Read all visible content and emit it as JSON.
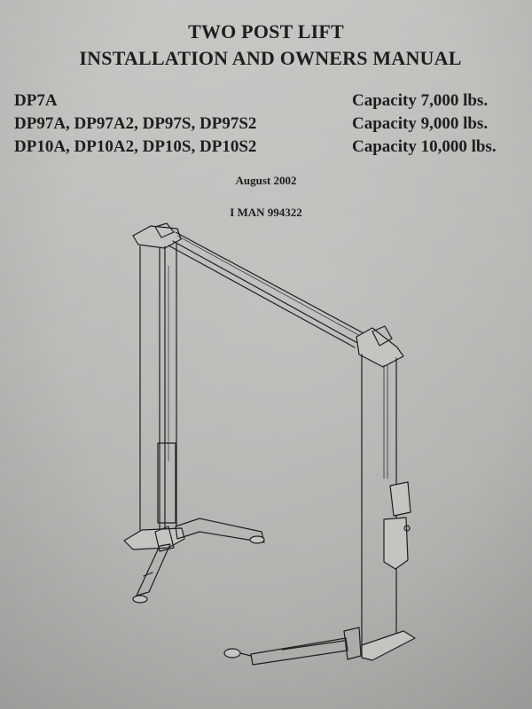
{
  "document": {
    "title_line1": "TWO POST LIFT",
    "title_line2": "INSTALLATION AND OWNERS MANUAL",
    "models": [
      {
        "models": "DP7A",
        "capacity": "Capacity 7,000 lbs."
      },
      {
        "models": "DP97A, DP97A2, DP97S, DP97S2",
        "capacity": "Capacity 9,000 lbs."
      },
      {
        "models": "DP10A, DP10A2, DP10S, DP10S2",
        "capacity": "Capacity 10,000 lbs."
      }
    ],
    "date": "August 2002",
    "manual_number": "I MAN 994322",
    "illustration": "two-post-lift-line-drawing"
  }
}
